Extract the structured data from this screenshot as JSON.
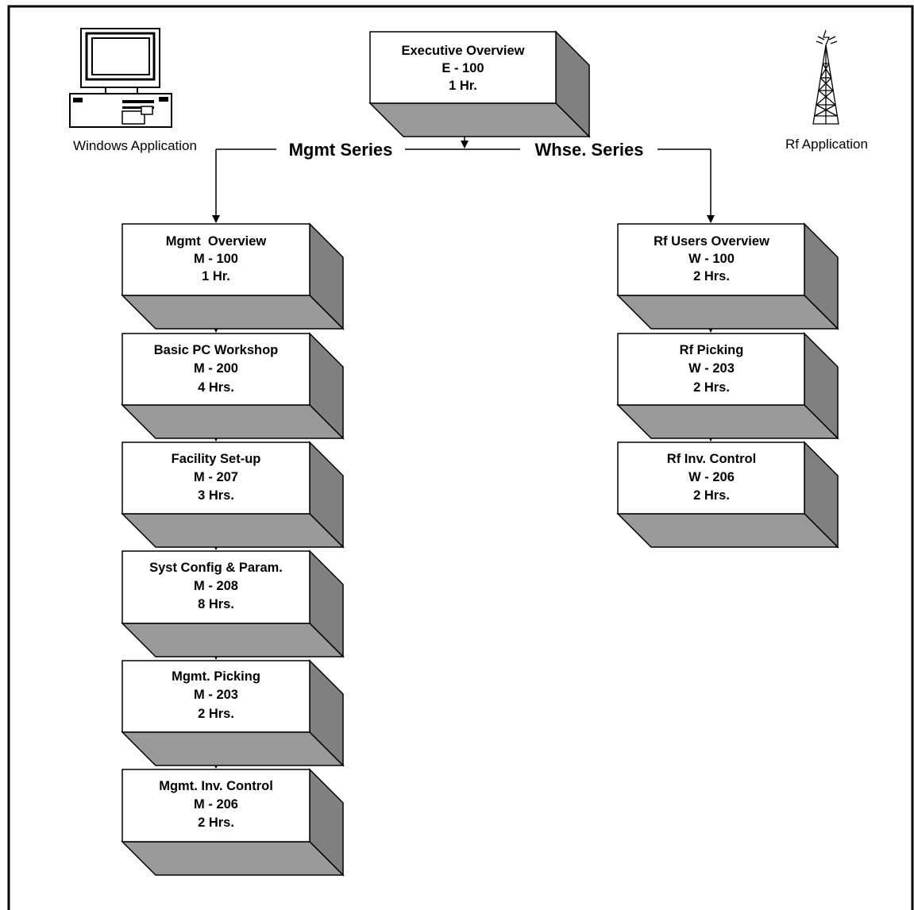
{
  "top": {
    "title": "Executive Overview",
    "code": "E - 100",
    "duration": "1 Hr."
  },
  "series": {
    "left_label": "Mgmt Series",
    "right_label": "Whse. Series"
  },
  "apps": {
    "left_label": "Windows Application",
    "left_icon": "computer-icon",
    "right_label": "Rf Application",
    "right_icon": "radio-tower-icon"
  },
  "mgmt_courses": [
    {
      "title": "Mgmt  Overview",
      "code": "M - 100",
      "duration": "1 Hr."
    },
    {
      "title": "Basic PC Workshop",
      "code": "M - 200",
      "duration": "4 Hrs."
    },
    {
      "title": "Facility Set-up",
      "code": "M - 207",
      "duration": "3 Hrs."
    },
    {
      "title": "Syst Config & Param.",
      "code": "M - 208",
      "duration": "8 Hrs."
    },
    {
      "title": "Mgmt. Picking",
      "code": "M - 203",
      "duration": "2 Hrs."
    },
    {
      "title": "Mgmt. Inv. Control",
      "code": "M - 206",
      "duration": "2 Hrs."
    }
  ],
  "whse_courses": [
    {
      "title": "Rf Users Overview",
      "code": "W - 100",
      "duration": "2 Hrs."
    },
    {
      "title": "Rf Picking",
      "code": "W - 203",
      "duration": "2 Hrs."
    },
    {
      "title": "Rf Inv. Control",
      "code": "W - 206",
      "duration": "2 Hrs."
    }
  ],
  "colors": {
    "box_face": "#ffffff",
    "box_side": "#808080",
    "box_bottom": "#9a9a9a",
    "line": "#000000"
  }
}
